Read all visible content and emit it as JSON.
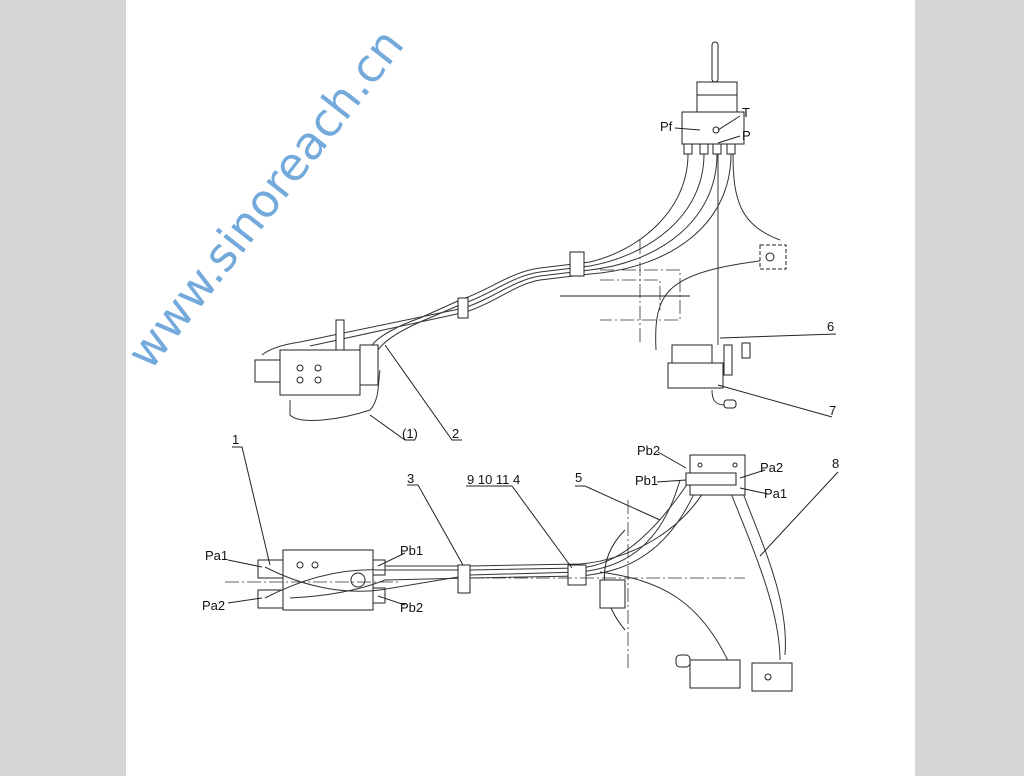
{
  "labels": {
    "pf": "Pf",
    "t": "T",
    "p": "P",
    "six": "6",
    "seven": "7",
    "paren_one": "(1)",
    "two": "2",
    "one": "1",
    "three": "3",
    "nine_ten_eleven_four": "9 10 11 4",
    "five": "5",
    "eight": "8",
    "left_pa1": "Pa1",
    "left_pa2": "Pa2",
    "left_pb1": "Pb1",
    "left_pb2": "Pb2",
    "right_pb2": "Pb2",
    "right_pb1": "Pb1",
    "right_pa2": "Pa2",
    "right_pa1": "Pa1"
  },
  "watermark": "www.sinoreach.cn",
  "colors": {
    "watermark": "#5b9bd5",
    "background": "#d5d5d5"
  }
}
